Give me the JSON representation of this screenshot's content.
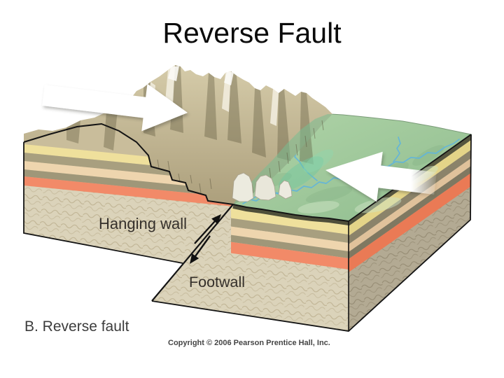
{
  "title": "Reverse Fault",
  "figure": {
    "caption": "B. Reverse fault",
    "copyright": "Copyright © 2006 Pearson Prentice Hall, Inc.",
    "labels": {
      "hanging_wall": "Hanging wall",
      "footwall": "Footwall"
    }
  },
  "icons": {
    "left_compression_arrow": "white-block-arrow-pointing-right",
    "right_compression_arrow": "white-block-arrow-pointing-left",
    "hanging_wall_motion": "half-arrow-up-along-fault",
    "footwall_motion": "half-arrow-down-along-fault"
  },
  "colors": {
    "strata_yellow": "#efe09c",
    "strata_olive": "#a89f7f",
    "strata_cream": "#eed5ae",
    "strata_olive_dark": "#9f9779",
    "strata_salmon": "#f28a68",
    "basement_rock": "#dbd3ba",
    "basement_rock_side": "#b3aa93",
    "soil_dark": "#56563f",
    "plain_green": "#a3c99e",
    "river_blue": "#62b5da",
    "mountain_tan": "#c9bd9b",
    "outline": "#141414",
    "arrow_white": "#ffffff"
  }
}
